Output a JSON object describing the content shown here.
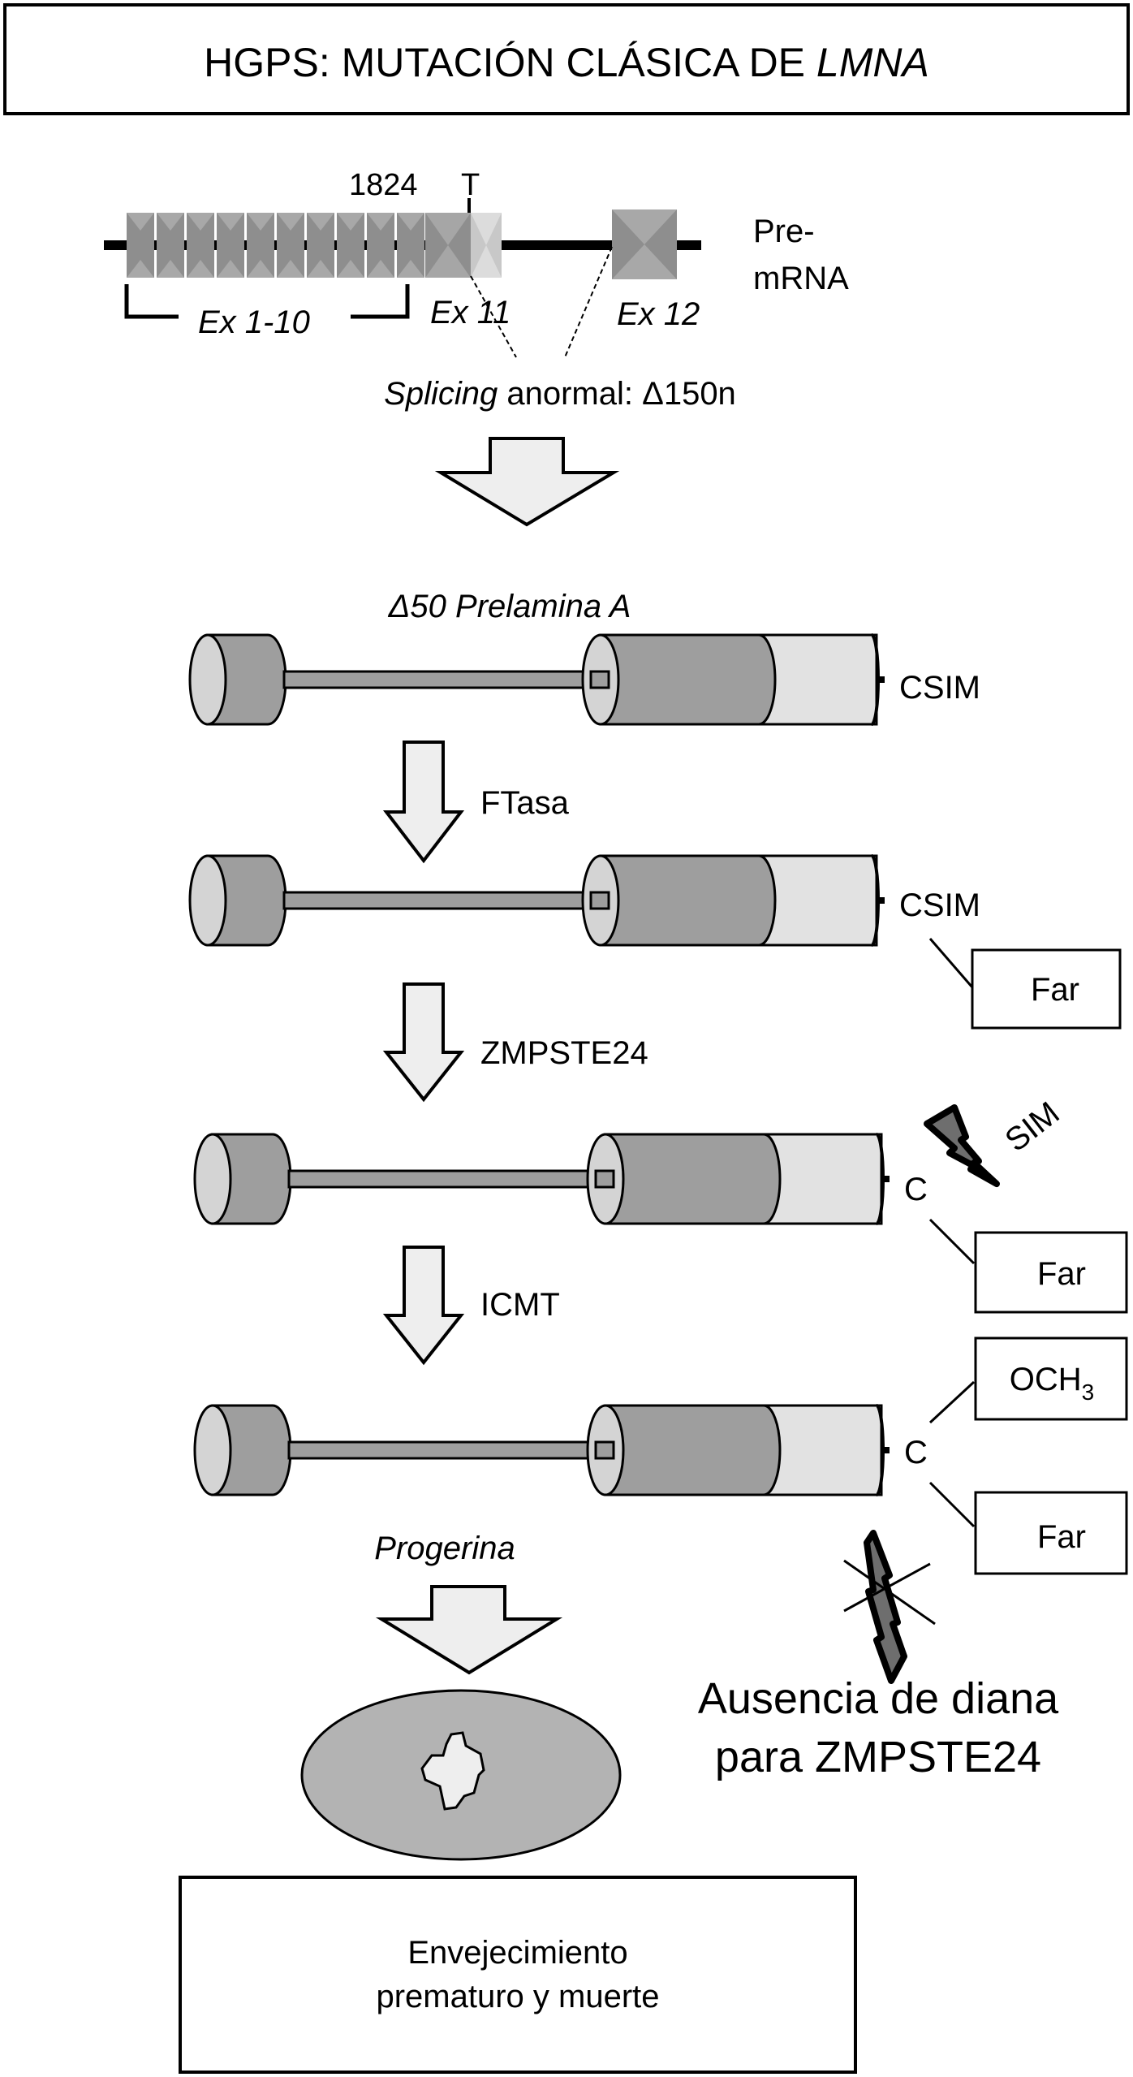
{
  "title": {
    "prefix": "HGPS: MUTACIÓN CLÁSICA DE ",
    "gene": "LMNA"
  },
  "gene_diagram": {
    "position_label": "1824",
    "mutation_label": "T",
    "premrna_label_line1": "Pre-",
    "premrna_label_line2": "mRNA",
    "ex_1_10_label": "Ex 1-10",
    "ex_11_label": "Ex 11",
    "ex_12_label": "Ex 12",
    "splicing_italic": "Splicing",
    "splicing_rest": " anormal: Δ150n"
  },
  "steps": {
    "precursor_label": "Δ50 Prelamina A",
    "enzyme_1": "FTasa",
    "enzyme_2": "ZMPSTE24",
    "enzyme_3": "ICMT",
    "product_label": "Progerina"
  },
  "modifications": {
    "csim_1": "CSIM",
    "csim_2": "CSIM",
    "far_1": "Far",
    "sim_cleaved": "SIM",
    "c_1": "C",
    "far_2": "Far",
    "och3_main": "OCH",
    "och3_sub": "3",
    "c_2": "C",
    "far_3": "Far"
  },
  "note": {
    "line1": "Ausencia de diana",
    "line2": "para ZMPSTE24"
  },
  "outcome": {
    "line1": "Envejecimiento",
    "line2": "prematuro y muerte"
  },
  "colors": {
    "dark_gray": "#9e9e9e",
    "light_gray": "#d4d4d4",
    "lighter_gray": "#e2e2e2",
    "arrow_fill": "#eeeeee",
    "nucleus": "#b3b3b3",
    "bolt": "#6e6e6e"
  }
}
